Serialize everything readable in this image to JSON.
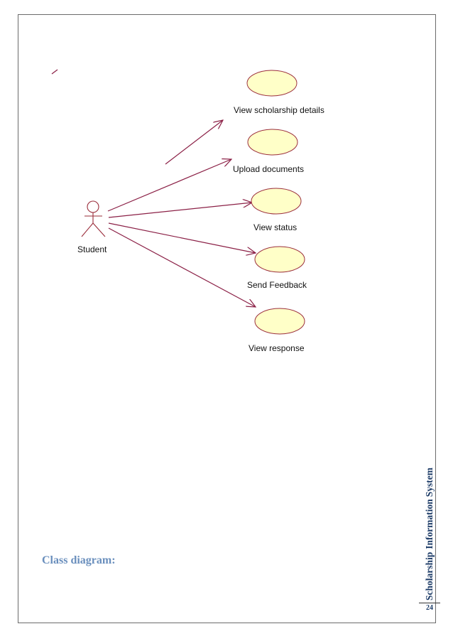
{
  "diagram": {
    "actor": {
      "name": "Student",
      "icon": "stick-figure-icon"
    },
    "use_cases": [
      {
        "id": "uc1",
        "label": "View scholarship details"
      },
      {
        "id": "uc2",
        "label": "Upload documents"
      },
      {
        "id": "uc3",
        "label": "View status"
      },
      {
        "id": "uc4",
        "label": "Send Feedback"
      },
      {
        "id": "uc5",
        "label": "View response"
      }
    ],
    "colors": {
      "ellipse_fill": "#ffffc8",
      "ellipse_stroke": "#9a2c3a",
      "line": "#8b2046"
    }
  },
  "section_heading": "Class diagram:",
  "side_title": {
    "word1": "Scholarship",
    "word2": "Information",
    "word3": "System"
  },
  "page_number": "24"
}
